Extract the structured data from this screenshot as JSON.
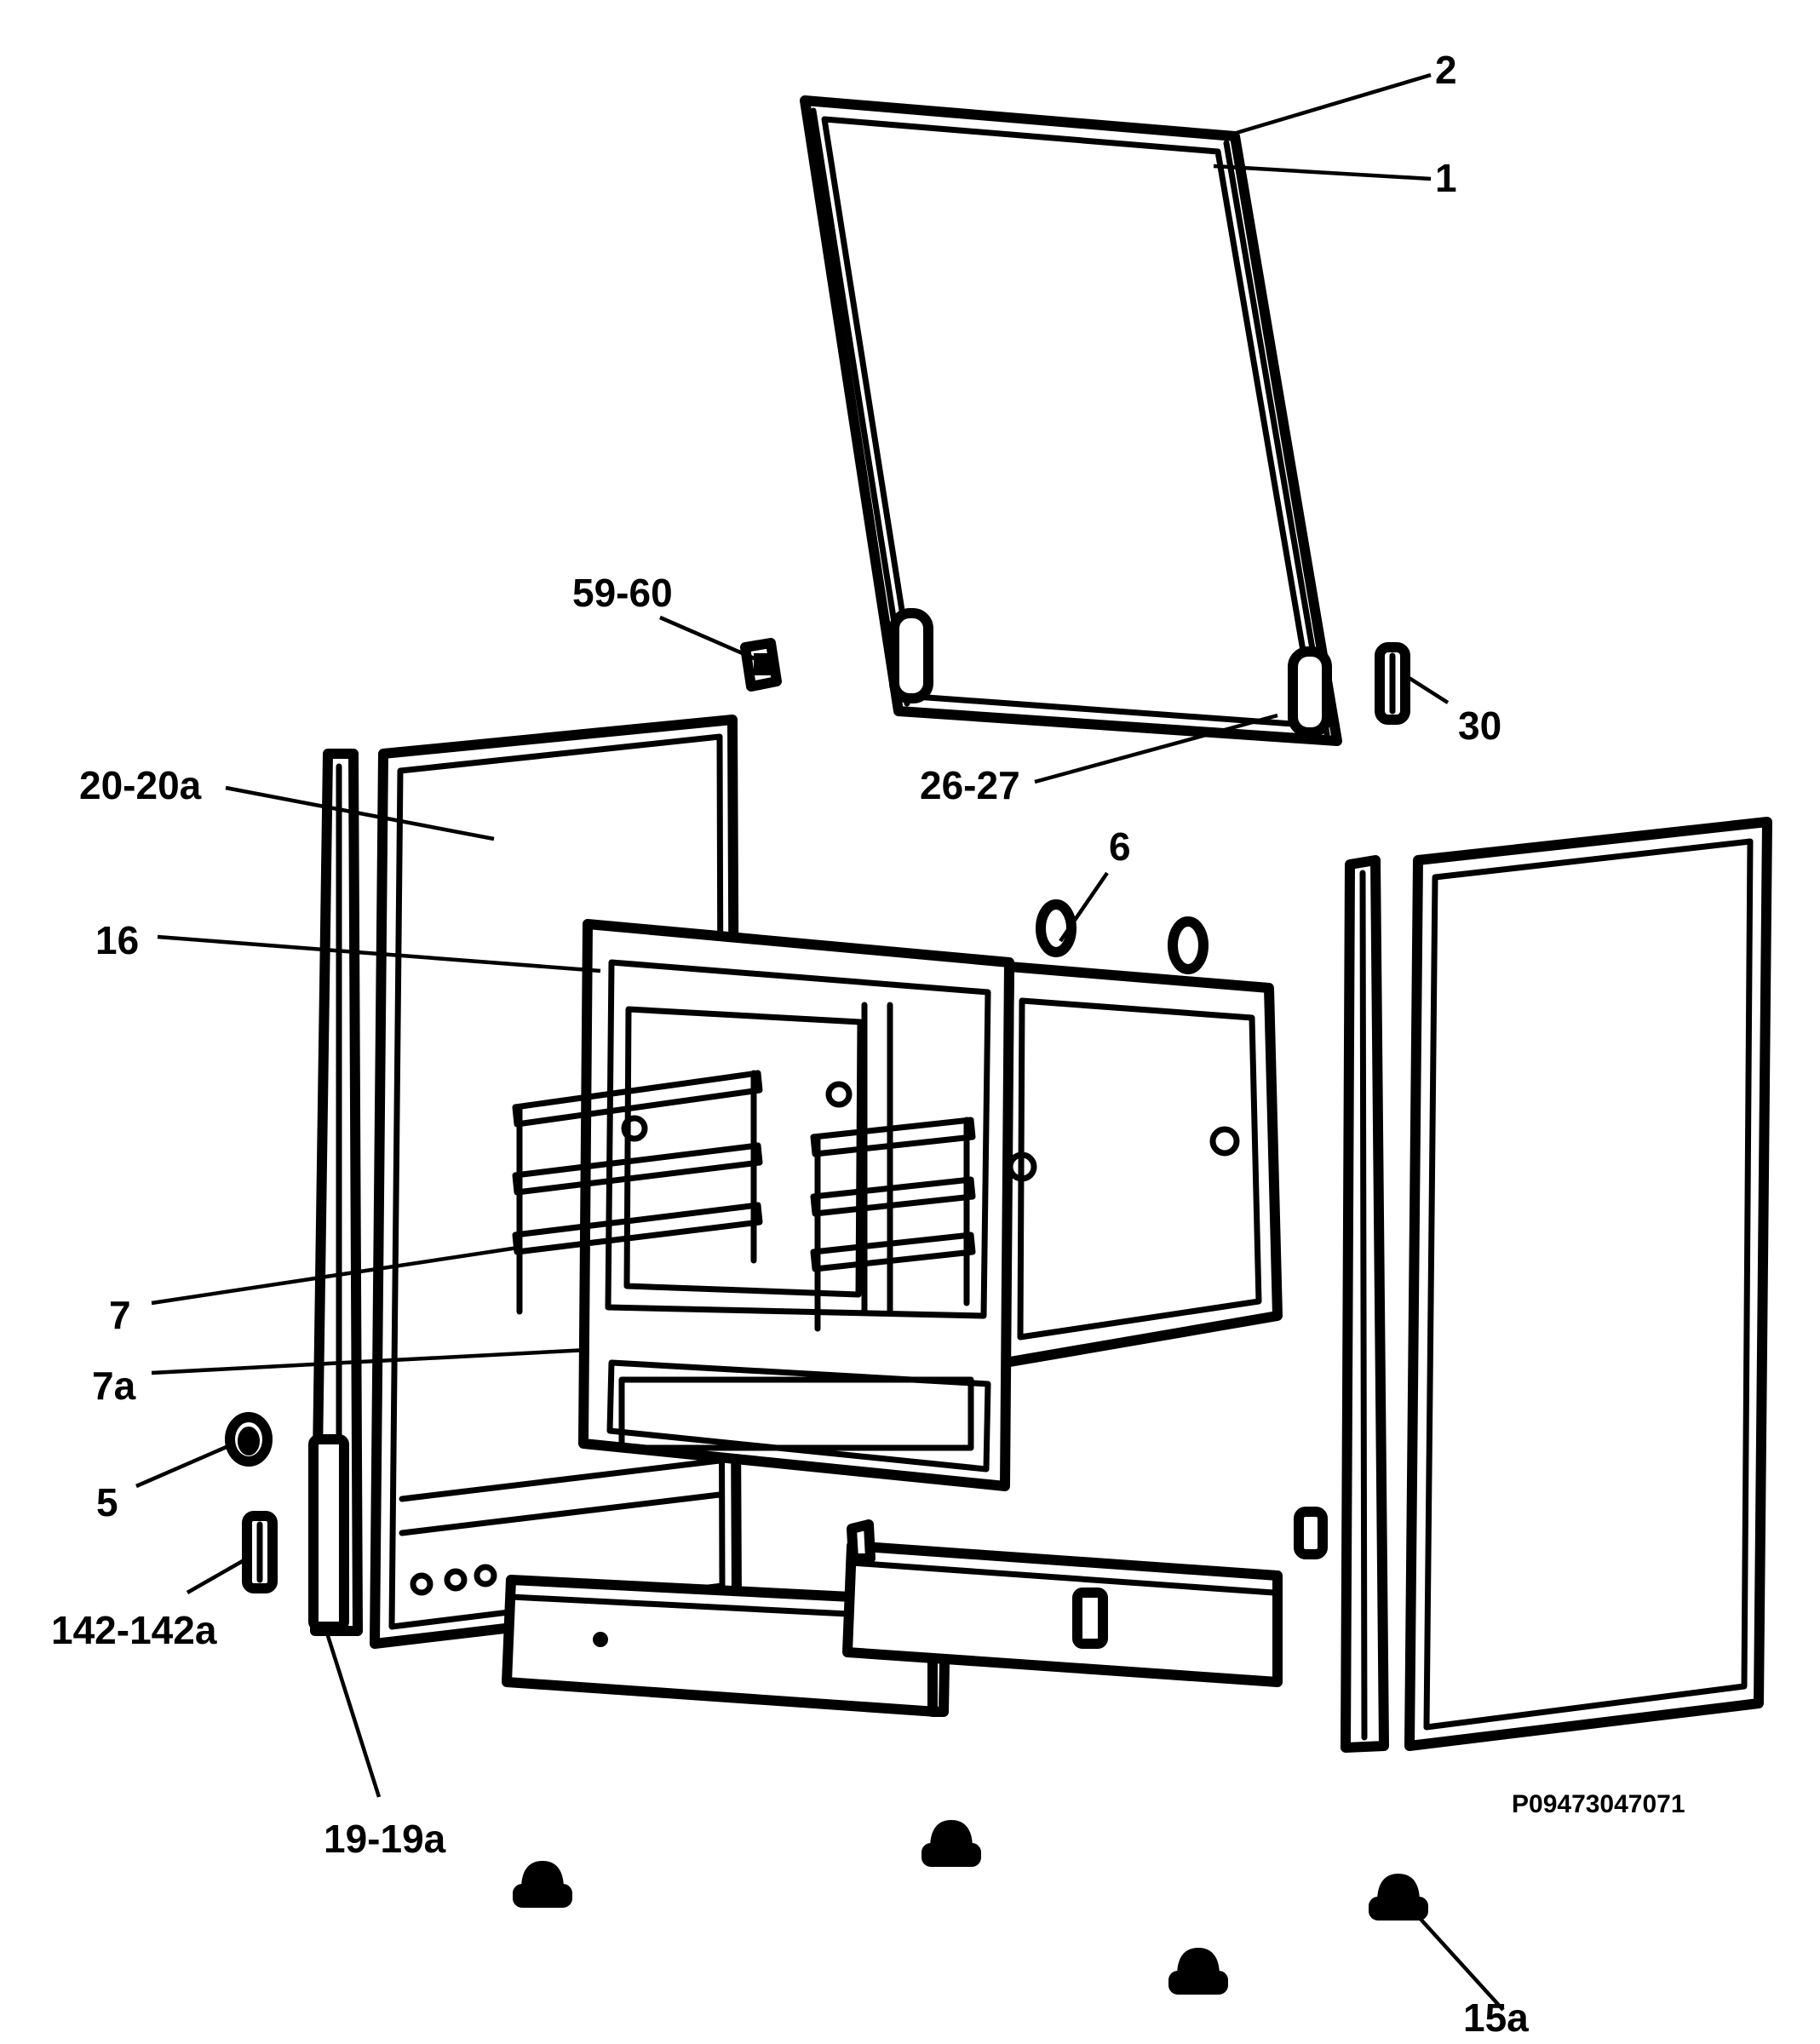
{
  "labels": {
    "l2": "2",
    "l1": "1",
    "l59_60": "59-60",
    "l30": "30",
    "l26_27": "26-27",
    "l20_20a": "20-20a",
    "l6": "6",
    "l16": "16",
    "l7": "7",
    "l7a": "7a",
    "l5": "5",
    "l142_142a": "142-142a",
    "l19_19a": "19-19a",
    "l15a": "15a"
  },
  "drawing_code": "P09473047071"
}
